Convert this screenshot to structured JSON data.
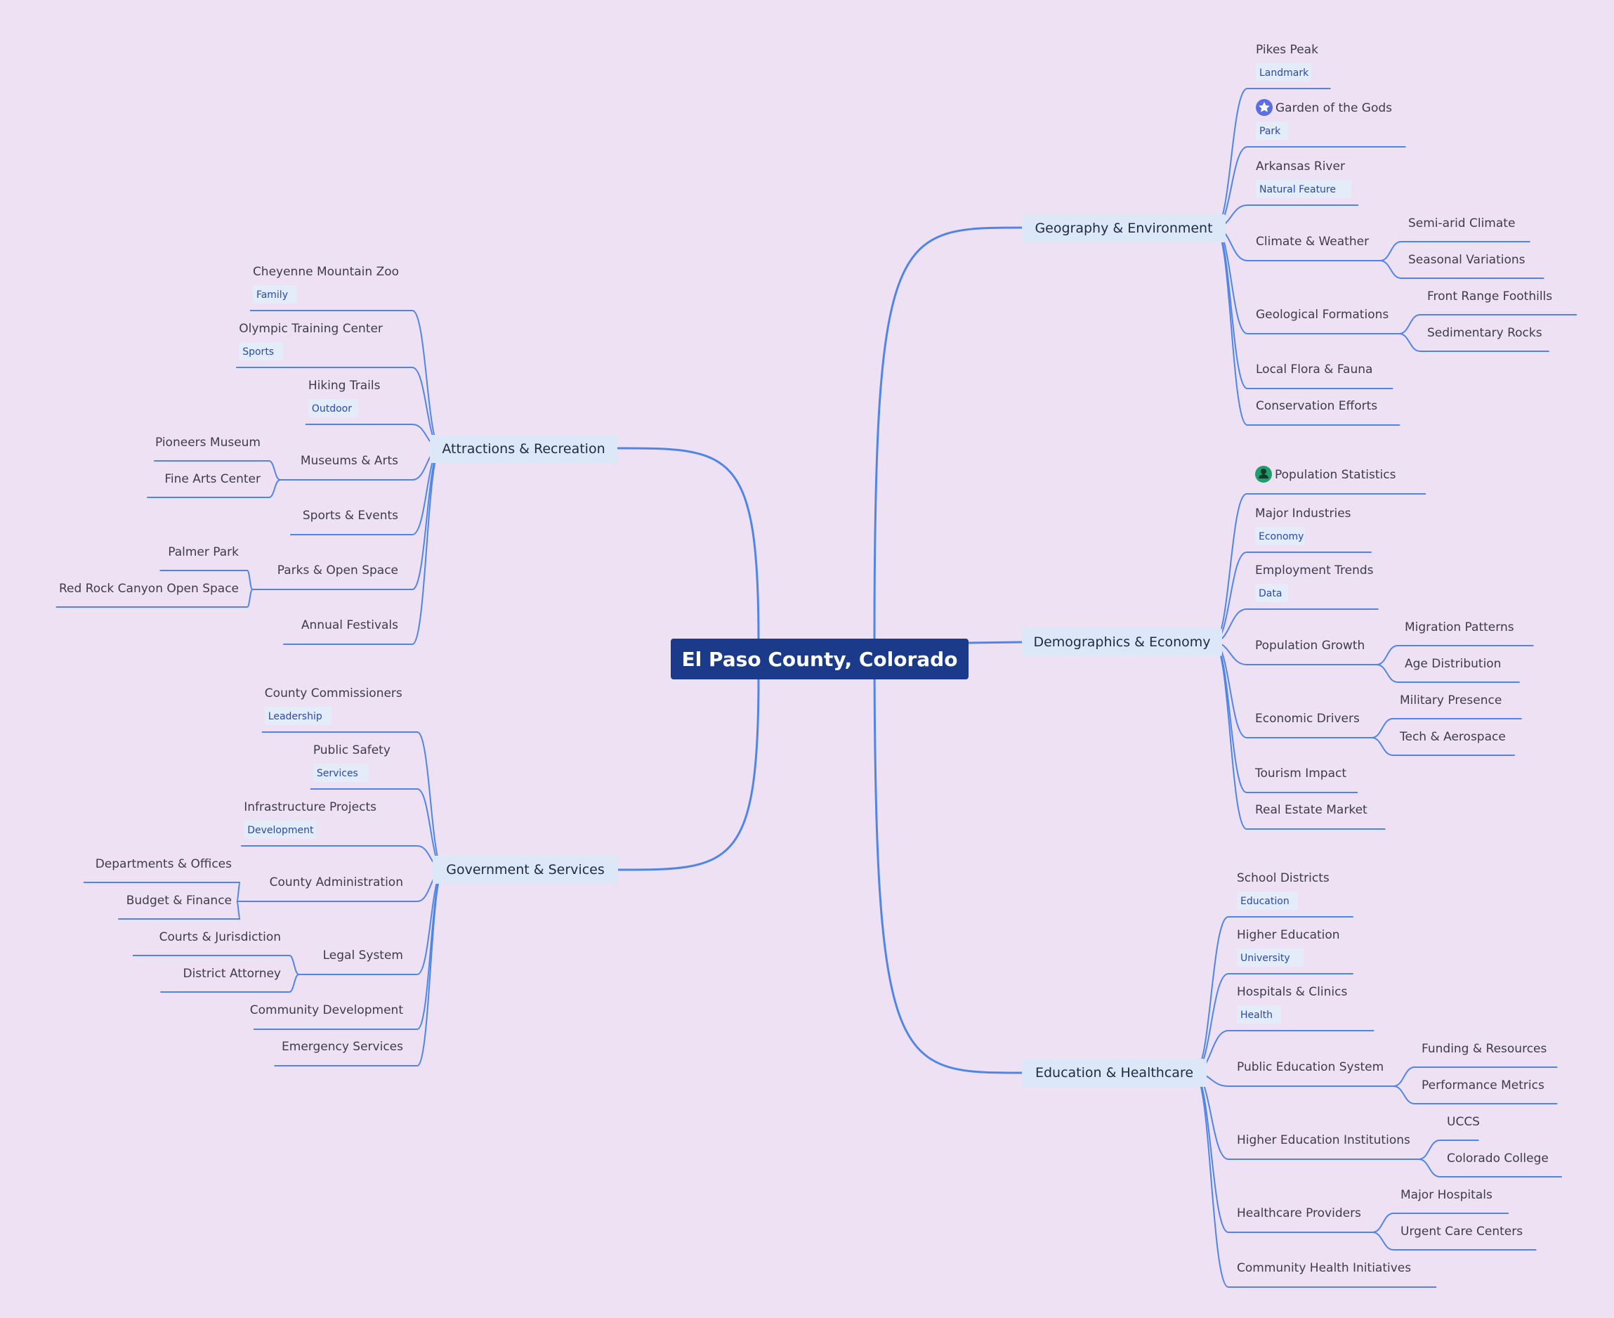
{
  "root": {
    "label": "El Paso County, Colorado"
  },
  "branches": [
    {
      "id": "geo",
      "label": "Geography & Environment",
      "children": [
        {
          "label": "Pikes Peak",
          "tag": "Landmark"
        },
        {
          "label": "Garden of the Gods",
          "tag": "Park",
          "icon": "star-icon"
        },
        {
          "label": "Arkansas River",
          "tag": "Natural Feature"
        },
        {
          "label": "Climate & Weather",
          "children": [
            "Semi-arid Climate",
            "Seasonal Variations"
          ]
        },
        {
          "label": "Geological Formations",
          "children": [
            "Front Range Foothills",
            "Sedimentary Rocks"
          ]
        },
        {
          "label": "Local Flora & Fauna"
        },
        {
          "label": "Conservation Efforts"
        }
      ]
    },
    {
      "id": "demo",
      "label": "Demographics & Economy",
      "children": [
        {
          "label": "Population Statistics",
          "icon": "person-icon"
        },
        {
          "label": "Major Industries",
          "tag": "Economy"
        },
        {
          "label": "Employment Trends",
          "tag": "Data"
        },
        {
          "label": "Population Growth",
          "children": [
            "Migration Patterns",
            "Age Distribution"
          ]
        },
        {
          "label": "Economic Drivers",
          "children": [
            "Military Presence",
            "Tech & Aerospace"
          ]
        },
        {
          "label": "Tourism Impact"
        },
        {
          "label": "Real Estate Market"
        }
      ]
    },
    {
      "id": "edu",
      "label": "Education & Healthcare",
      "children": [
        {
          "label": "School Districts",
          "tag": "Education"
        },
        {
          "label": "Higher Education",
          "tag": "University"
        },
        {
          "label": "Hospitals & Clinics",
          "tag": "Health"
        },
        {
          "label": "Public Education System",
          "children": [
            "Funding & Resources",
            "Performance Metrics"
          ]
        },
        {
          "label": "Higher Education Institutions",
          "children": [
            "UCCS",
            "Colorado College"
          ]
        },
        {
          "label": "Healthcare Providers",
          "children": [
            "Major Hospitals",
            "Urgent Care Centers"
          ]
        },
        {
          "label": "Community Health Initiatives"
        }
      ]
    },
    {
      "id": "attr",
      "label": "Attractions & Recreation",
      "children": [
        {
          "label": "Cheyenne Mountain Zoo",
          "tag": "Family"
        },
        {
          "label": "Olympic Training Center",
          "tag": "Sports"
        },
        {
          "label": "Hiking Trails",
          "tag": "Outdoor"
        },
        {
          "label": "Museums & Arts",
          "children": [
            "Pioneers Museum",
            "Fine Arts Center"
          ]
        },
        {
          "label": "Sports & Events"
        },
        {
          "label": "Parks & Open Space",
          "children": [
            "Palmer Park",
            "Red Rock Canyon Open Space"
          ]
        },
        {
          "label": "Annual Festivals"
        }
      ]
    },
    {
      "id": "gov",
      "label": "Government & Services",
      "children": [
        {
          "label": "County Commissioners",
          "tag": "Leadership"
        },
        {
          "label": "Public Safety",
          "tag": "Services"
        },
        {
          "label": "Infrastructure Projects",
          "tag": "Development"
        },
        {
          "label": "County Administration",
          "children": [
            "Departments & Offices",
            "Budget & Finance"
          ]
        },
        {
          "label": "Legal System",
          "children": [
            "Courts & Jurisdiction",
            "District Attorney"
          ]
        },
        {
          "label": "Community Development"
        },
        {
          "label": "Emergency Services"
        }
      ]
    }
  ],
  "colors": {
    "background": "#efe1f4",
    "root": "#1c3a8a",
    "branch": "#dce8f7",
    "edge": "#4f86e6",
    "tag_text": "#2a4aa8"
  }
}
